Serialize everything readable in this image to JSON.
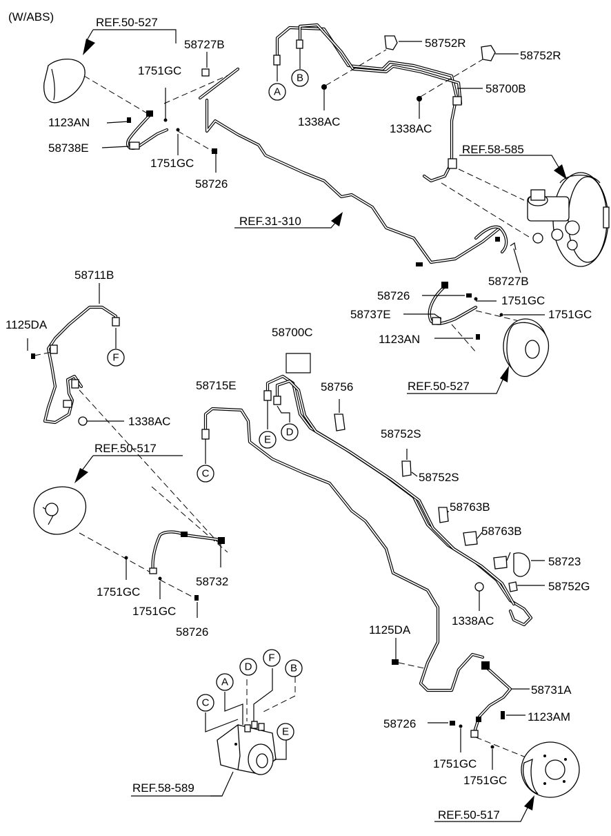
{
  "header": {
    "variant": "(W/ABS)"
  },
  "labels": {
    "ref_50_527_top": "REF.50-527",
    "p58727B_top": "58727B",
    "p1751GC_a": "1751GC",
    "p1123AN_top": "1123AN",
    "p58738E": "58738E",
    "p1751GC_b": "1751GC",
    "p58726_top": "58726",
    "ref_31_310": "REF.31-310",
    "p58752R_a": "58752R",
    "p58752R_b": "58752R",
    "p58700B": "58700B",
    "p1338AC_a": "1338AC",
    "p1338AC_b": "1338AC",
    "ref_58_585": "REF.58-585",
    "p58727B_mid": "58727B",
    "p58726_mid": "58726",
    "p1751GC_c": "1751GC",
    "p58737E": "58737E",
    "p1751GC_d": "1751GC",
    "p1123AN_mid": "1123AN",
    "ref_50_527_mid": "REF.50-527",
    "p58711B": "58711B",
    "p1125DA_left": "1125DA",
    "p1338AC_left": "1338AC",
    "ref_50_517_left": "REF.50-517",
    "p58732": "58732",
    "p1751GC_e": "1751GC",
    "p1751GC_f": "1751GC",
    "p58726_left": "58726",
    "p58700C": "58700C",
    "p58715E": "58715E",
    "p58756": "58756",
    "p58752S_a": "58752S",
    "p58752S_b": "58752S",
    "p58763B_a": "58763B",
    "p58763B_b": "58763B",
    "p58723": "58723",
    "p58752G": "58752G",
    "p1338AC_right": "1338AC",
    "p1125DA_right": "1125DA",
    "p58731A": "58731A",
    "p1123AM": "1123AM",
    "p58726_bottom": "58726",
    "p1751GC_g": "1751GC",
    "p1751GC_h": "1751GC",
    "ref_58_589": "REF.58-589",
    "ref_50_517_bottom": "REF.50-517"
  },
  "connectors": {
    "A": "A",
    "B": "B",
    "C": "C",
    "D": "D",
    "E": "E",
    "F": "F"
  }
}
